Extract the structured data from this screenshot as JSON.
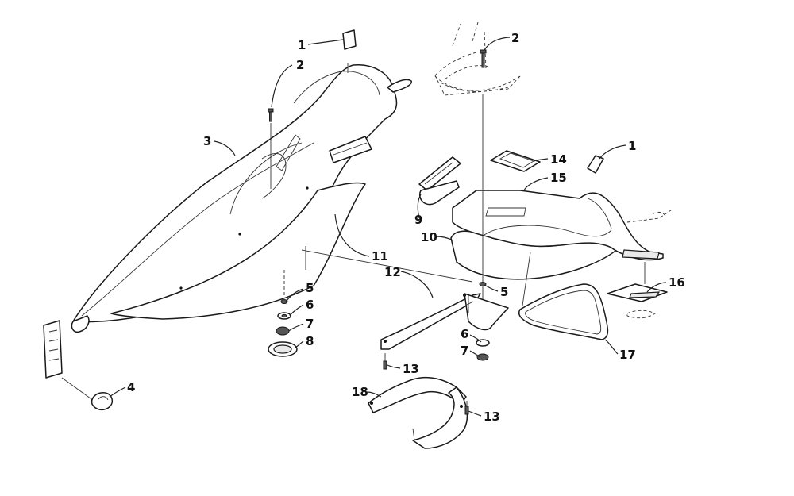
{
  "callouts": [
    {
      "id": "c1a",
      "text": "1"
    },
    {
      "id": "c2a",
      "text": "2"
    },
    {
      "id": "c2b",
      "text": "2"
    },
    {
      "id": "c1b",
      "text": "1"
    },
    {
      "id": "c3",
      "text": "3"
    },
    {
      "id": "c14",
      "text": "14"
    },
    {
      "id": "c15",
      "text": "15"
    },
    {
      "id": "c9",
      "text": "9"
    },
    {
      "id": "c10",
      "text": "10"
    },
    {
      "id": "c11",
      "text": "11"
    },
    {
      "id": "c12",
      "text": "12"
    },
    {
      "id": "c5a",
      "text": "5"
    },
    {
      "id": "c5b",
      "text": "5"
    },
    {
      "id": "c6a",
      "text": "6"
    },
    {
      "id": "c7a",
      "text": "7"
    },
    {
      "id": "c8",
      "text": "8"
    },
    {
      "id": "c16",
      "text": "16"
    },
    {
      "id": "c6b",
      "text": "6"
    },
    {
      "id": "c7b",
      "text": "7"
    },
    {
      "id": "c17",
      "text": "17"
    },
    {
      "id": "c4",
      "text": "4"
    },
    {
      "id": "c13a",
      "text": "13"
    },
    {
      "id": "c18",
      "text": "18"
    },
    {
      "id": "c13b",
      "text": "13"
    }
  ]
}
